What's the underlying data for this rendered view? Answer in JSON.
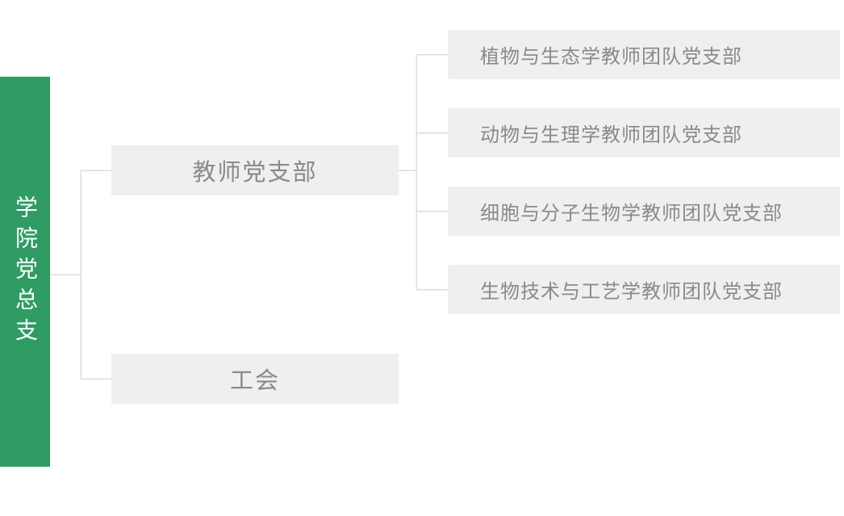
{
  "colors": {
    "background": "#FFFFFF",
    "root_bg": "#2E9C63",
    "root_text": "#FFFFFF",
    "node_bg": "#EFEFEF",
    "node_text": "#8A8A8A",
    "connector": "#DCDCDC"
  },
  "org_chart": {
    "root": {
      "label": "学院党总支"
    },
    "branches": [
      {
        "label": "教师党支部",
        "children": [
          "植物与生态学教师团队党支部",
          "动物与生理学教师团队党支部",
          "细胞与分子生物学教师团队党支部",
          "生物技术与工艺学教师团队党支部"
        ]
      },
      {
        "label": "工会",
        "children": []
      }
    ]
  }
}
